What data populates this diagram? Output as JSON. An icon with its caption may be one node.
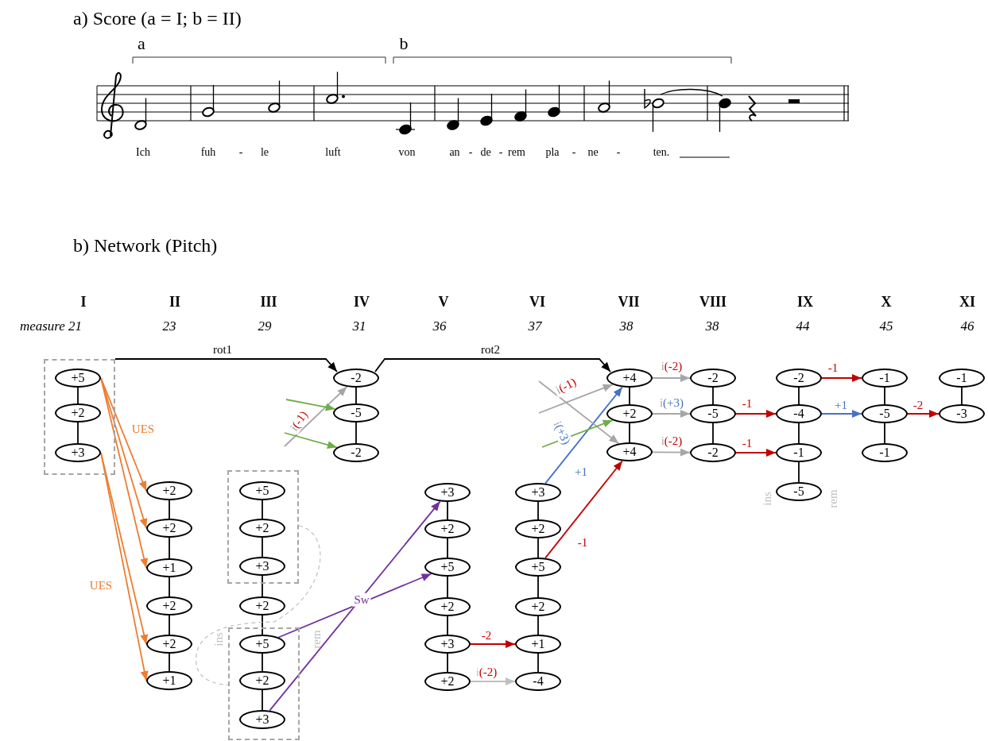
{
  "diagram": {
    "nodes": [
      {
        "text": [],
        "shape": "box"
      },
      {
        "text": [
          "+5"
        ],
        "in": 0
      },
      {
        "text": [
          "+2"
        ],
        "in": 0
      },
      {
        "text": [
          "+3"
        ],
        "in": 0
      },
      {
        "text": [
          "+2"
        ]
      },
      {
        "text": [
          "+2"
        ]
      },
      {
        "text": [
          "+1"
        ]
      },
      {
        "text": [
          "+2"
        ]
      },
      {
        "text": [
          "+2"
        ]
      },
      {
        "text": [
          "+1"
        ]
      },
      {
        "text": [],
        "shape": "box"
      },
      {
        "text": [
          "+5"
        ],
        "in": 10
      },
      {
        "text": [
          "+2"
        ],
        "in": 10
      },
      {
        "text": [
          "+3"
        ],
        "in": 10
      },
      {
        "text": [
          "+2"
        ]
      },
      {
        "text": [],
        "shape": "box"
      },
      {
        "text": [
          "+5"
        ],
        "in": 15
      },
      {
        "text": [
          "+2"
        ],
        "in": 15
      },
      {
        "text": [
          "+3"
        ],
        "in": 15
      },
      {
        "text": [
          "-2"
        ]
      },
      {
        "text": [
          "-5"
        ]
      },
      {
        "text": [
          "-2"
        ]
      },
      {
        "text": [
          "+3"
        ]
      },
      {
        "text": [
          "+2"
        ]
      },
      {
        "text": [
          "+5"
        ]
      },
      {
        "text": [
          "+2"
        ]
      },
      {
        "text": [
          "+3"
        ]
      },
      {
        "text": [
          "+2"
        ]
      },
      {
        "text": [
          "+3"
        ]
      },
      {
        "text": [
          "+2"
        ]
      },
      {
        "text": [
          "+5"
        ]
      },
      {
        "text": [
          "+2"
        ]
      },
      {
        "text": [
          "+1"
        ]
      },
      {
        "text": [
          "-4"
        ]
      },
      {
        "text": [
          "+4"
        ]
      },
      {
        "text": [
          "+2"
        ]
      },
      {
        "text": [
          "+4"
        ]
      },
      {
        "text": [
          "-2"
        ]
      },
      {
        "text": [
          "-5"
        ]
      },
      {
        "text": [
          "-2"
        ]
      },
      {
        "text": [
          "-2"
        ]
      },
      {
        "text": [
          "-4"
        ]
      },
      {
        "text": [
          "-1"
        ]
      },
      {
        "text": [
          "-5"
        ]
      },
      {
        "text": [
          "-1"
        ]
      },
      {
        "text": [
          "-5"
        ]
      },
      {
        "text": [
          "-1"
        ]
      },
      {
        "text": [
          "-1"
        ]
      },
      {
        "text": [
          "-3"
        ]
      }
    ],
    "edges": [
      {
        "from": 1,
        "to": 2,
        "arrow": "none"
      },
      {
        "from": 2,
        "to": 3,
        "arrow": "none"
      },
      {
        "from": 4,
        "to": 5,
        "arrow": "none"
      },
      {
        "from": 5,
        "to": 6,
        "arrow": "none"
      },
      {
        "from": 6,
        "to": 7,
        "arrow": "none"
      },
      {
        "from": 7,
        "to": 8,
        "arrow": "none"
      },
      {
        "from": 8,
        "to": 9,
        "arrow": "none"
      },
      {
        "from": 11,
        "to": 12,
        "arrow": "none"
      },
      {
        "from": 12,
        "to": 13,
        "arrow": "none"
      },
      {
        "from": 13,
        "to": 14,
        "arrow": "none"
      },
      {
        "from": 14,
        "to": 16,
        "arrow": "none"
      },
      {
        "from": 16,
        "to": 17,
        "arrow": "none"
      },
      {
        "from": 17,
        "to": 18,
        "arrow": "none"
      },
      {
        "from": 19,
        "to": 20,
        "arrow": "none"
      },
      {
        "from": 20,
        "to": 21,
        "arrow": "none"
      },
      {
        "from": 22,
        "to": 23,
        "arrow": "none"
      },
      {
        "from": 23,
        "to": 24,
        "arrow": "none"
      },
      {
        "from": 24,
        "to": 25,
        "arrow": "none"
      },
      {
        "from": 25,
        "to": 26,
        "arrow": "none"
      },
      {
        "from": 26,
        "to": 27,
        "arrow": "none"
      },
      {
        "from": 28,
        "to": 29,
        "arrow": "none"
      },
      {
        "from": 29,
        "to": 30,
        "arrow": "none"
      },
      {
        "from": 30,
        "to": 31,
        "arrow": "none"
      },
      {
        "from": 31,
        "to": 32,
        "arrow": "none"
      },
      {
        "from": 32,
        "to": 33,
        "arrow": "none"
      },
      {
        "from": 34,
        "to": 35,
        "arrow": "none"
      },
      {
        "from": 35,
        "to": 36,
        "arrow": "none"
      },
      {
        "from": 37,
        "to": 38,
        "arrow": "none"
      },
      {
        "from": 38,
        "to": 39,
        "arrow": "none"
      },
      {
        "from": 40,
        "to": 41,
        "arrow": "none"
      },
      {
        "from": 41,
        "to": 42,
        "arrow": "none"
      },
      {
        "from": 42,
        "to": 43,
        "arrow": "none"
      },
      {
        "from": 44,
        "to": 45,
        "arrow": "none"
      },
      {
        "from": 45,
        "to": 46,
        "arrow": "none"
      },
      {
        "from": 47,
        "to": 48,
        "arrow": "none"
      },
      {
        "from": 1,
        "to": 4,
        "arrow": "to",
        "label": "UES",
        "color": "#ed7d31"
      },
      {
        "from": 1,
        "to": 5,
        "arrow": "to",
        "color": "#ed7d31"
      },
      {
        "from": 1,
        "to": 6,
        "arrow": "to",
        "color": "#ed7d31"
      },
      {
        "from": 3,
        "to": 8,
        "arrow": "to",
        "label": "UES",
        "color": "#ed7d31"
      },
      {
        "from": 3,
        "to": 9,
        "arrow": "to",
        "color": "#ed7d31"
      },
      {
        "from": 10,
        "to": 15,
        "arrow": "none",
        "style": "dashed",
        "color": "#bfbfbf"
      },
      {
        "from": 16,
        "to": 24,
        "arrow": "to",
        "label": "Sw",
        "color": "#7030a0"
      },
      {
        "from": 18,
        "to": 22,
        "arrow": "to",
        "color": "#7030a0"
      },
      {
        "from": null,
        "to": 19,
        "arrow": "to",
        "label": "i(-1)",
        "color": "#a6a6a6"
      },
      {
        "from": null,
        "to": 20,
        "arrow": "to",
        "color": "#70ad47"
      },
      {
        "from": null,
        "to": 21,
        "arrow": "to",
        "color": "#70ad47"
      },
      {
        "from": 26,
        "to": 32,
        "arrow": "to",
        "label": "-2",
        "color": "#c00000"
      },
      {
        "from": 27,
        "to": 33,
        "arrow": "to",
        "label": "i(-2)",
        "color": "#bfbfbf"
      },
      {
        "from": 28,
        "to": 34,
        "arrow": "to",
        "label": "+1",
        "color": "#4472c4"
      },
      {
        "from": 30,
        "to": 36,
        "arrow": "to",
        "label": "-1",
        "color": "#c00000"
      },
      {
        "from": null,
        "to": 34,
        "arrow": "to",
        "label": "i(-1)",
        "color": "#a6a6a6"
      },
      {
        "from": null,
        "to": 36,
        "arrow": "to",
        "label": "i(+3)",
        "color": "#a6a6a6"
      },
      {
        "from": null,
        "to": 35,
        "arrow": "to",
        "color": "#70ad47"
      },
      {
        "from": 34,
        "to": 37,
        "arrow": "to",
        "label": "i(-2)",
        "color": "#a6a6a6"
      },
      {
        "from": 35,
        "to": 38,
        "arrow": "to",
        "label": "i(+3)",
        "color": "#a6a6a6"
      },
      {
        "from": 36,
        "to": 39,
        "arrow": "to",
        "label": "i(-2)",
        "color": "#a6a6a6"
      },
      {
        "from": 38,
        "to": 41,
        "arrow": "to",
        "label": "-1",
        "color": "#c00000"
      },
      {
        "from": 39,
        "to": 42,
        "arrow": "to",
        "label": "-1",
        "color": "#c00000"
      },
      {
        "from": 40,
        "to": 44,
        "arrow": "to",
        "label": "-1",
        "color": "#c00000"
      },
      {
        "from": 41,
        "to": 45,
        "arrow": "to",
        "label": "+1",
        "color": "#4472c4"
      },
      {
        "from": 45,
        "to": 48,
        "arrow": "to",
        "label": "-2",
        "color": "#c00000"
      },
      {
        "from": 0,
        "to": 19,
        "arrow": "to",
        "label": "rot1"
      },
      {
        "from": 19,
        "to": 34,
        "arrow": "to",
        "label": "rot2"
      }
    ],
    "labels": [
      "a)   Score (a = I; b = II)",
      "a",
      "b",
      "Ich",
      "fuh",
      "-",
      "le",
      "luft",
      "von",
      "an",
      "-",
      "de",
      "-",
      "rem",
      "pla",
      "-",
      "ne",
      "-",
      "ten.",
      "b)   Network (Pitch)",
      "I",
      "II",
      "III",
      "IV",
      "V",
      "VI",
      "VII",
      "VIII",
      "IX",
      "X",
      "XI",
      "measure 21",
      "23",
      "29",
      "31",
      "36",
      "37",
      "38",
      "38",
      "44",
      "45",
      "46",
      "ins",
      "rem",
      "ins",
      "rem"
    ]
  }
}
